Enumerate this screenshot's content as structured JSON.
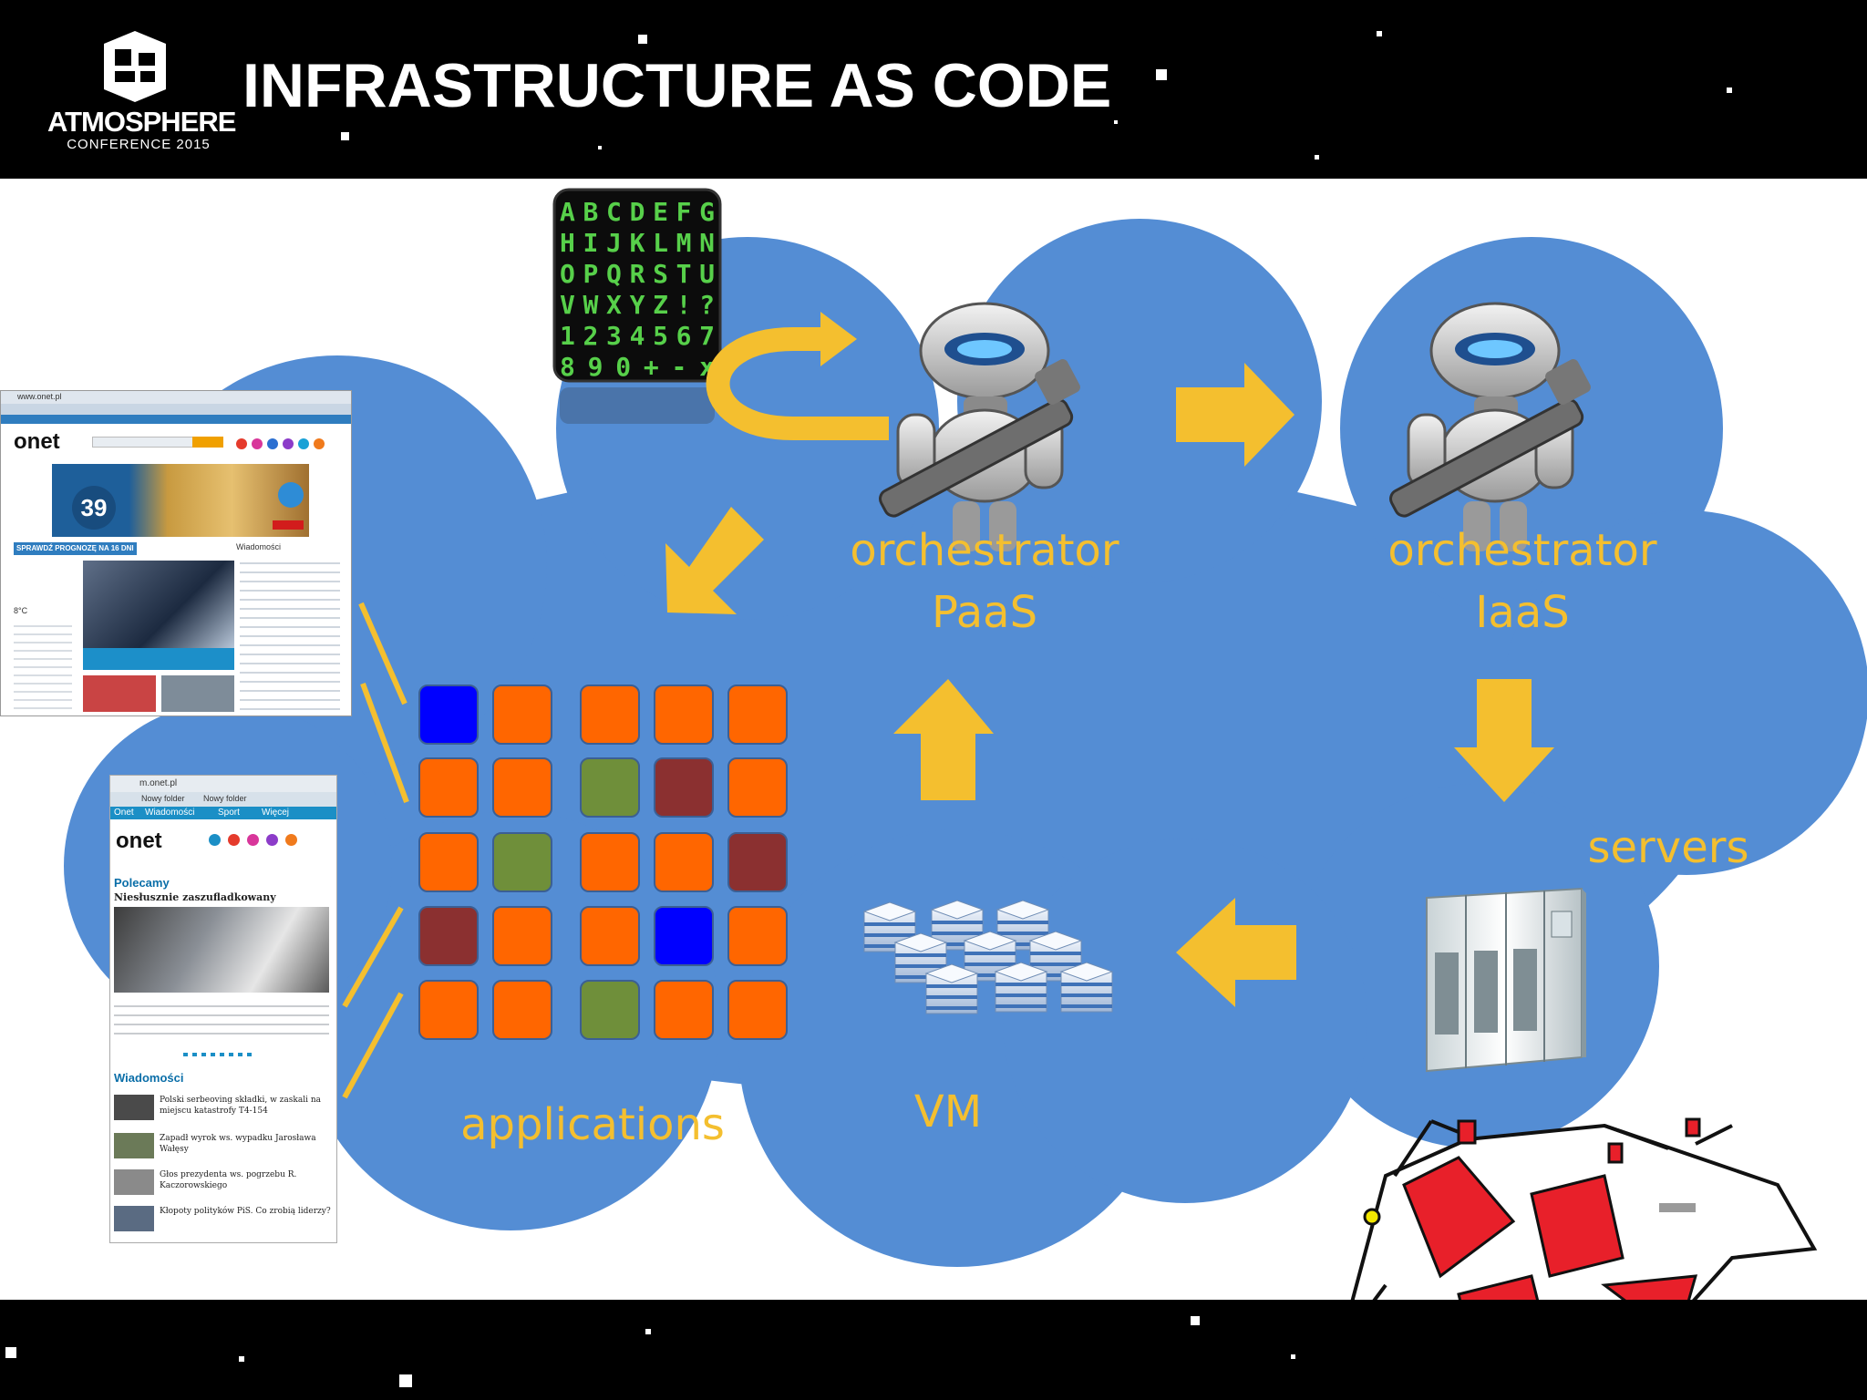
{
  "slide": {
    "title": "INFRASTRUCTURE AS CODE",
    "logo": {
      "word": "ATMOSPHERE",
      "subtitle": "CONFERENCE 2015"
    }
  },
  "diagram": {
    "labels": {
      "orchestrator_paas_line1": "orchestrator",
      "orchestrator_paas_line2": "PaaS",
      "orchestrator_iaas_line1": "orchestrator",
      "orchestrator_iaas_line2": "IaaS",
      "servers": "servers",
      "vm": "VM",
      "applications": "applications"
    },
    "code_panel": {
      "rows": [
        "ABCDEFG",
        "HIJKLMN",
        "OPQRSTU",
        "VWXYZ!?",
        "1234567",
        "890+-x"
      ]
    },
    "app_grid": [
      [
        "blue",
        "orange",
        "orange",
        "orange",
        "orange"
      ],
      [
        "orange",
        "orange",
        "green",
        "darkred",
        "orange"
      ],
      [
        "orange",
        "green",
        "orange",
        "orange",
        "darkred"
      ],
      [
        "darkred",
        "orange",
        "orange",
        "blue",
        "orange"
      ],
      [
        "orange",
        "orange",
        "green",
        "orange",
        "orange"
      ]
    ],
    "colors": {
      "cloud": "#548dd4",
      "accent": "#f4bf2f",
      "orange": "#ff6600",
      "blue": "#0000ff",
      "green": "#6f8f3a",
      "darkred": "#8b3030"
    }
  },
  "screenshots": {
    "desktop": {
      "url": "www.onet.pl",
      "brand": "onet",
      "banner_number": "39",
      "section_tab": "SPRAWDŹ PROGNOZĘ NA 16 DNI",
      "news_header": "Wiadomości",
      "weather_temp": "8°C"
    },
    "mobile": {
      "url": "m.onet.pl",
      "bookmark1": "Nowy folder",
      "bookmark2": "Nowy folder",
      "nav": [
        "Onet",
        "Wiadomości",
        "Sport",
        "Więcej"
      ],
      "brand": "onet",
      "section1": "Polecamy",
      "headline": "Niesłusznie zaszufladkowany",
      "section2": "Wiadomości",
      "news": [
        "Polski serbeoving składki, w zaskali na miejscu katastrofy T4-154",
        "Zapadł wyrok ws. wypadku Jarosława Wałęsy",
        "Głos prezydenta ws. pogrzebu R. Kaczorowskiego",
        "Kłopoty polityków PiS. Co zrobią liderzy?"
      ]
    }
  }
}
